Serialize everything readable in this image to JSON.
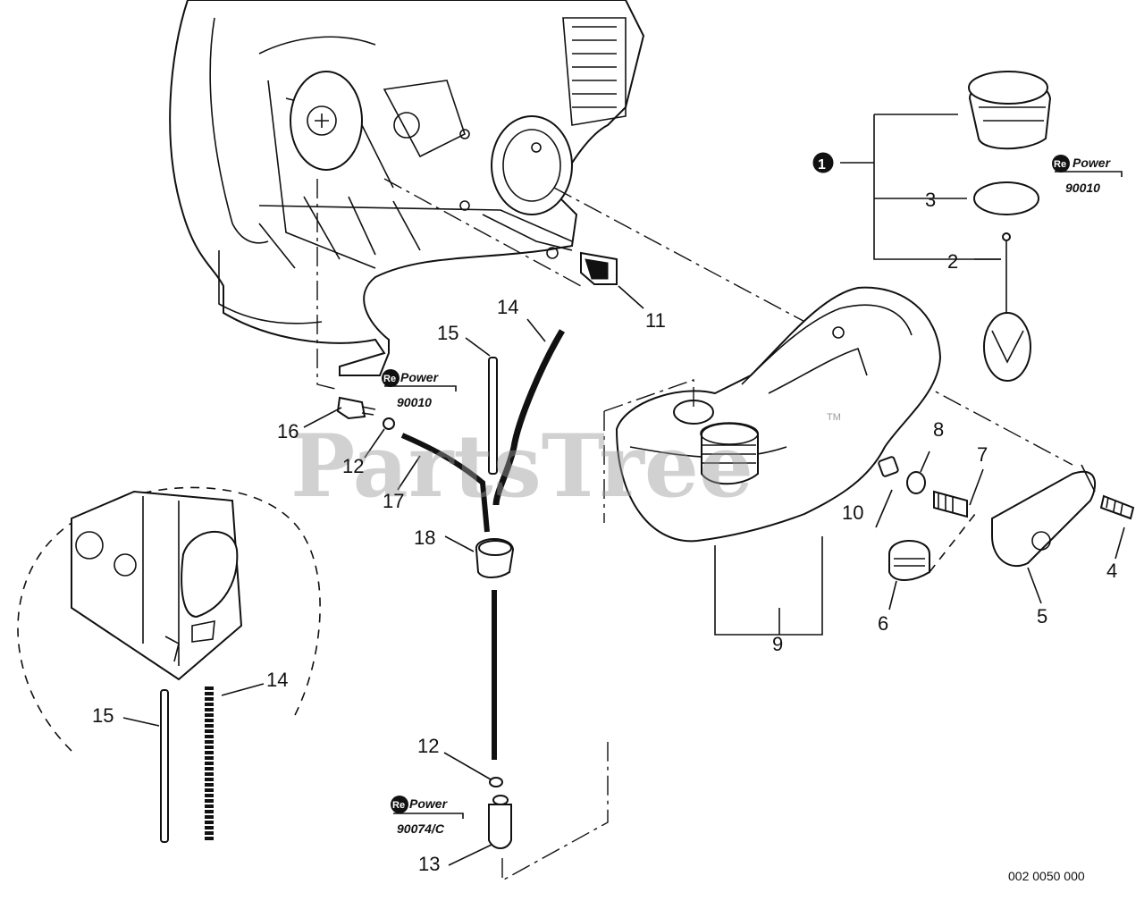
{
  "callouts": {
    "c1": "1",
    "c2": "2",
    "c3": "3",
    "c4": "4",
    "c5": "5",
    "c6": "6",
    "c7": "7",
    "c8": "8",
    "c9": "9",
    "c10": "10",
    "c11": "11",
    "c12a": "12",
    "c12b": "12",
    "c13": "13",
    "c14a": "14",
    "c14b": "14",
    "c15a": "15",
    "c15b": "15",
    "c16": "16",
    "c17": "17",
    "c18": "18"
  },
  "repower": {
    "brand_re": "Re",
    "brand_word": "Power",
    "kit_a": "90010",
    "kit_b": "90010",
    "kit_c": "90074/C"
  },
  "watermark": "PartsTree",
  "watermark_tm": "TM",
  "doc_id": "002 0050 000"
}
